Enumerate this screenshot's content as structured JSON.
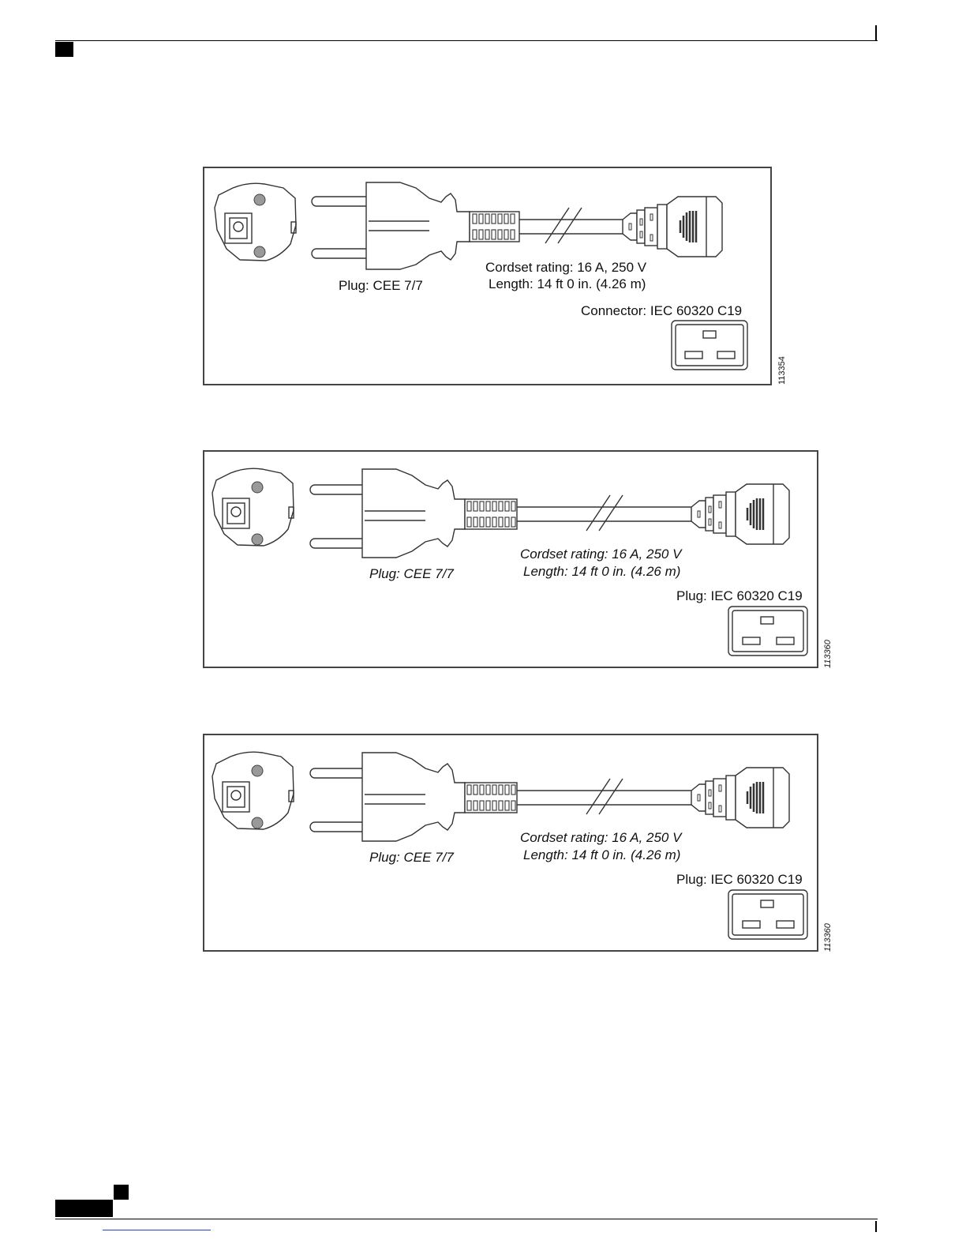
{
  "figures": [
    {
      "plug_label": "Plug: CEE 7/7",
      "rating_label": "Cordset rating: 16 A, 250 V",
      "length_label": "Length: 14 ft 0 in. (4.26 m)",
      "connector_label": "Connector: IEC 60320 C19",
      "figure_number": "113354"
    },
    {
      "plug_label": "Plug: CEE 7/7",
      "rating_label": "Cordset rating: 16 A, 250 V",
      "length_label": "Length: 14 ft 0 in. (4.26 m)",
      "connector_label": "Plug: IEC 60320 C19",
      "figure_number": "113360"
    },
    {
      "plug_label": "Plug: CEE 7/7",
      "rating_label": "Cordset rating: 16 A, 250 V",
      "length_label": "Length: 14 ft 0 in. (4.26 m)",
      "connector_label": "Plug: IEC 60320 C19",
      "figure_number": "113360"
    }
  ]
}
